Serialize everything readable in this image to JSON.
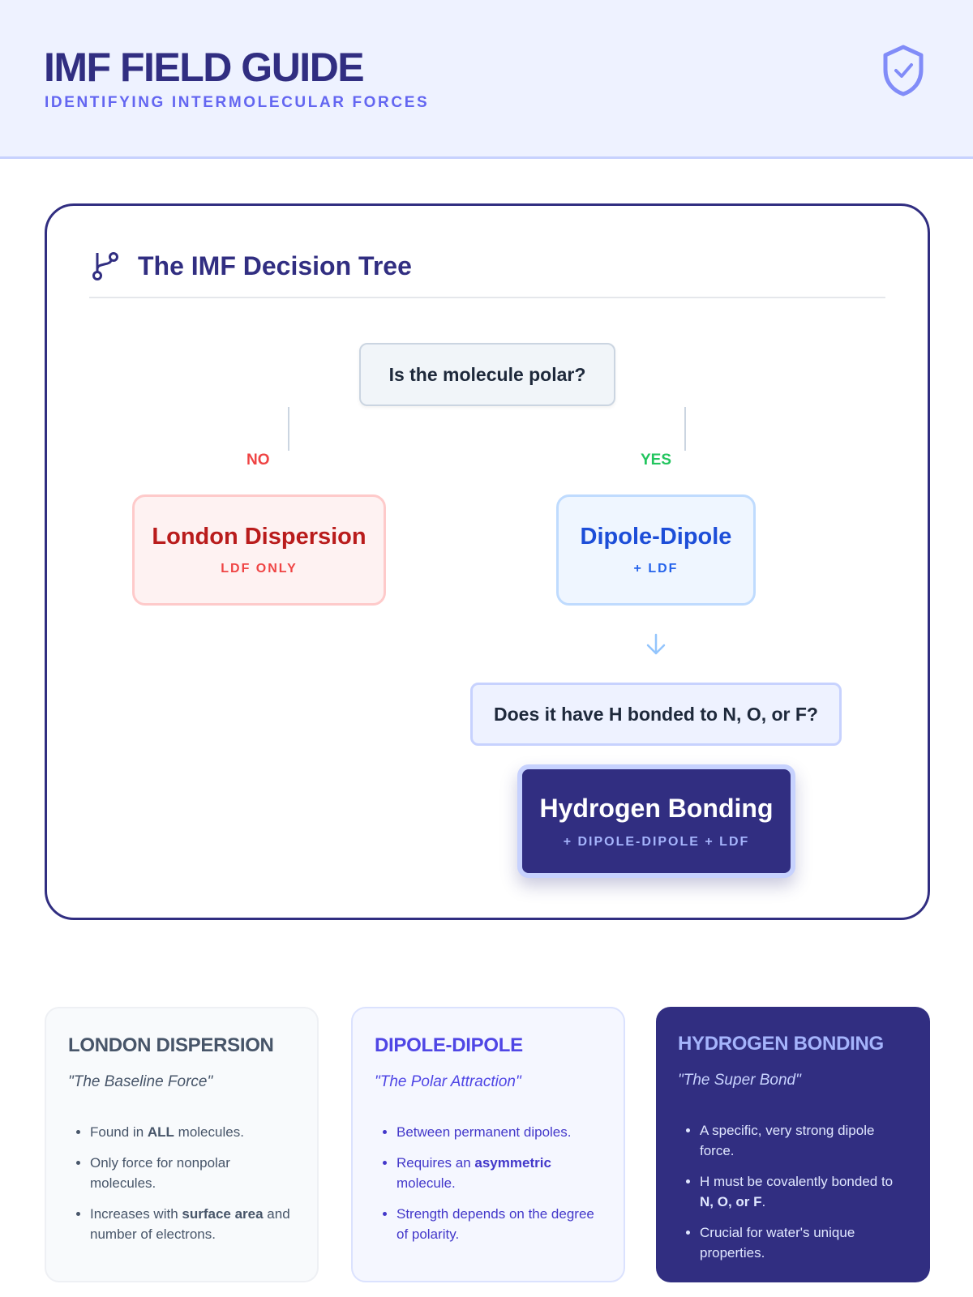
{
  "header": {
    "title": "IMF FIELD GUIDE",
    "subtitle": "IDENTIFYING INTERMOLECULAR FORCES"
  },
  "tree": {
    "title": "The IMF Decision Tree",
    "question1": "Is the molecule polar?",
    "no_label": "NO",
    "yes_label": "YES",
    "london": {
      "title": "London Dispersion",
      "sub": "LDF ONLY"
    },
    "dipole": {
      "title": "Dipole-Dipole",
      "sub": "+ LDF"
    },
    "question2": "Does it have H bonded to N, O, or F?",
    "hbond": {
      "title": "Hydrogen Bonding",
      "sub": "+ DIPOLE-DIPOLE + LDF"
    }
  },
  "cards": [
    {
      "title": "LONDON DISPERSION",
      "quote": "\"The Baseline Force\"",
      "items": [
        [
          "Found in ",
          "ALL",
          " molecules."
        ],
        [
          "Only force for nonpolar molecules.",
          "",
          ""
        ],
        [
          "Increases with ",
          "surface area",
          " and number of electrons."
        ]
      ]
    },
    {
      "title": "DIPOLE-DIPOLE",
      "quote": "\"The Polar Attraction\"",
      "items": [
        [
          "Between permanent dipoles.",
          "",
          ""
        ],
        [
          "Requires an ",
          "asymmetric",
          " molecule."
        ],
        [
          "Strength depends on the degree of polarity.",
          "",
          ""
        ]
      ]
    },
    {
      "title": "HYDROGEN BONDING",
      "quote": "\"The Super Bond\"",
      "items": [
        [
          "A specific, very strong dipole force.",
          "",
          ""
        ],
        [
          "H must be covalently bonded to ",
          "N, O, or F",
          "."
        ],
        [
          "Crucial for water's unique properties.",
          "",
          ""
        ]
      ]
    }
  ]
}
